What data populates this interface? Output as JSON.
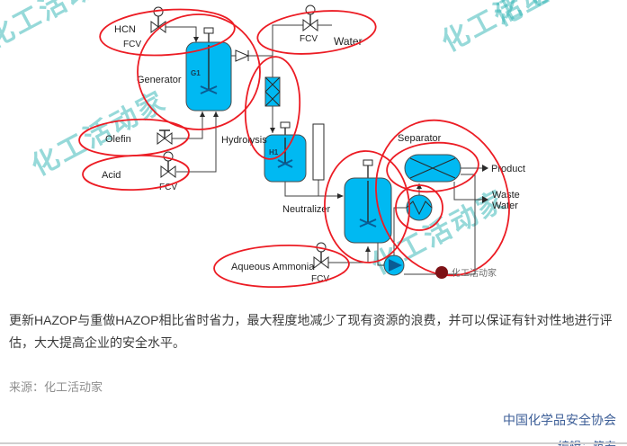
{
  "diagram": {
    "watermark_text": "化工活动家",
    "badge_text": "化工活动家",
    "labels": {
      "hcn": "HCN",
      "hcn_fcv": "FCV",
      "water_fcv": "FCV",
      "water": "Water",
      "generator": "Generator",
      "generator_tag": "G1",
      "olefin": "Olefin",
      "acid": "Acid",
      "acid_fcv": "FCV",
      "hydrolysis": "Hydrolysis",
      "hydrolysis_tag": "H1",
      "neutralizer": "Neutralizer",
      "separator": "Separator",
      "product": "Product",
      "waste": "Waste",
      "waste2": "Water",
      "ammonia": "Aqueous Ammonia",
      "ammonia_fcv": "FCV"
    },
    "colors": {
      "equipment": "#00b9f2",
      "hazop_node": "#ec1c24",
      "watermark": "#2fb4b4",
      "pipe": "#3f3f3f"
    }
  },
  "article": {
    "paragraph": "更新HAZOP与重做HAZOP相比省时省力，最大程度地减少了现有资源的浪费，并可以保证有针对性地进行评估，大大提高企业的安全水平。",
    "source": "来源：化工活动家",
    "organization": "中国化学品安全协会",
    "editor": "编辑：筑安"
  }
}
